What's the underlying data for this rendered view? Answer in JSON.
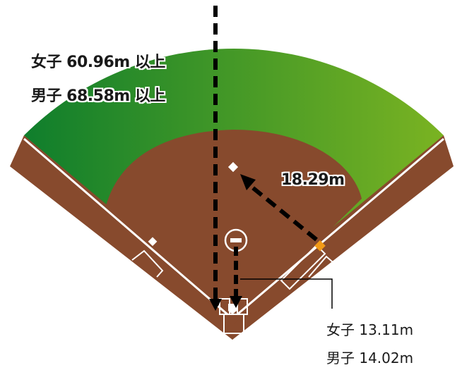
{
  "labels": {
    "fence_women": "女子 60.96m 以上",
    "fence_men": "男子 68.58m 以上",
    "pitch_distance": "18.29m",
    "pitcher_women": "女子 13.11m",
    "pitcher_men": "男子 14.02m"
  },
  "colors": {
    "outfield_dark": "#0f7e2c",
    "outfield_light": "#7ab322",
    "infield_dirt": "#874a2d",
    "chalk": "#ffffff",
    "arrow": "#000000",
    "base_marker": "#f39a17"
  },
  "icons": [
    "home-plate-icon",
    "pitchers-plate-icon",
    "second-base-icon",
    "first-base-icon",
    "third-base-icon"
  ]
}
